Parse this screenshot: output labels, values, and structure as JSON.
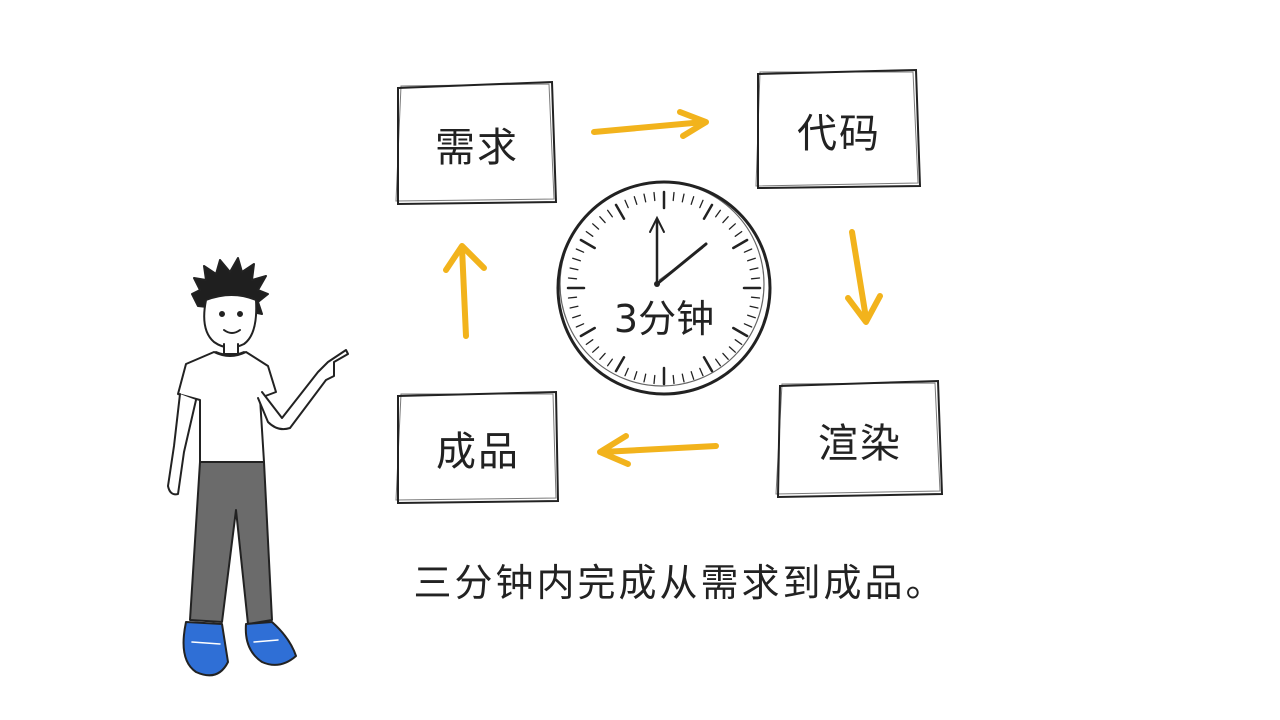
{
  "diagram": {
    "nodes": {
      "requirement": "需求",
      "code": "代码",
      "render": "渲染",
      "product": "成品"
    },
    "clock_label": "3分钟",
    "caption": "三分钟内完成从需求到成品。"
  },
  "colors": {
    "arrow": "#f2b31c",
    "ink": "#222222",
    "shirt": "#ffffff",
    "pants": "#6b6b6b",
    "shoes": "#2f6fd6"
  },
  "icons": [
    "clock-icon",
    "arrow-right-icon",
    "arrow-down-icon",
    "arrow-left-icon",
    "arrow-up-icon",
    "person-illustration"
  ]
}
